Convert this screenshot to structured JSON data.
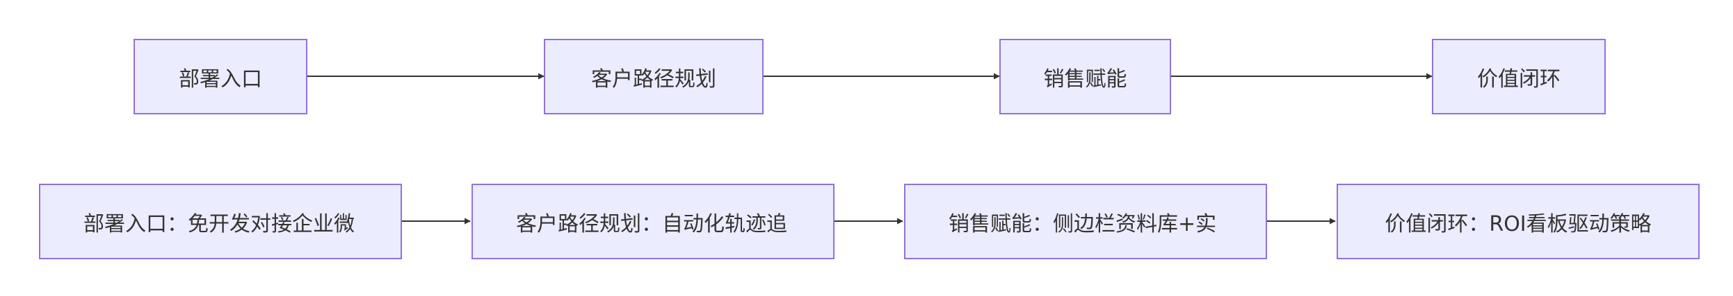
{
  "diagram": {
    "row1": [
      {
        "label": "部署入口"
      },
      {
        "label": "客户路径规划"
      },
      {
        "label": "销售赋能"
      },
      {
        "label": "价值闭环"
      }
    ],
    "row2": [
      {
        "label": "部署入口：免开发对接企业微"
      },
      {
        "label": "客户路径规划：自动化轨迹追"
      },
      {
        "label": "销售赋能：侧边栏资料库+实"
      },
      {
        "label": "价值闭环：ROI看板驱动策略"
      }
    ]
  },
  "colors": {
    "node_fill": "#ececff",
    "node_border": "#9370db",
    "edge": "#333333",
    "text": "#333333"
  }
}
